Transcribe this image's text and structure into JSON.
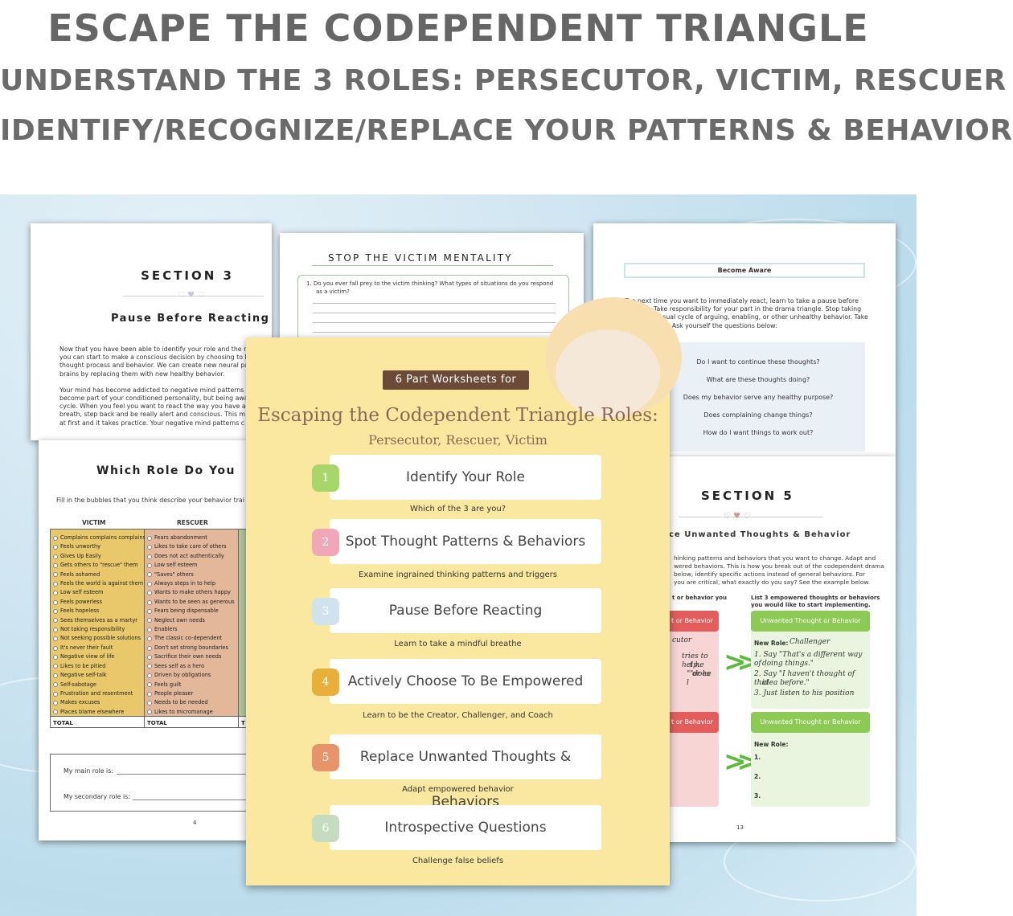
{
  "header": {
    "title": "ESCAPE THE CODEPENDENT TRIANGLE",
    "line2": "UNDERSTAND THE 3 ROLES: PERSECUTOR, VICTIM, RESCUER",
    "line3": "IDENTIFY/RECOGNIZE/REPLACE YOUR PATTERNS & BEHAVIOR"
  },
  "left_page": {
    "section": "SECTION 3",
    "subtitle": "Pause Before Reacting",
    "para1": "Now that you have been able to identify your role and the n",
    "para1b": "you can start to make a conscious decision by choosing to b",
    "para1c": "thought process and behavior.  We can create new neural pa",
    "para1d": "brains by replacing them with new healthy behavior.",
    "para2a": "Your mind has become addicted to negative mind patterns a",
    "para2b": "become part of your conditioned personality, but being awa",
    "para2c": "cycle.  When you feel you want to react the way you have al",
    "para2d": "breath, step back and be really alert and conscious.  This m",
    "para2e": "at first and it takes practice. Your negative mind patterns c",
    "role_title": "Which Role Do You",
    "instruction": "Fill in the bubbles that you think describe your behavior trai",
    "col_victim": "VICTIM",
    "col_rescuer": "RESCUER",
    "victim_items": [
      "Complains complains complains",
      "Feels unworthy",
      "Gives Up Easily",
      "Gets others to \"rescue\" them",
      "Feels ashamed",
      "Feels the world is against them",
      "Low self esteem",
      "Feels powerless",
      "Feels hopeless",
      "Sees themselves as a martyr",
      "Not taking responsibility",
      "Not seeking possible solutions",
      "It's never their fault",
      "Negative view of life",
      "Likes to be pitied",
      "Negative self-talk",
      "Self-sabotage",
      "Frustration and resentment",
      "Makes excuses",
      "Places blame elsewhere"
    ],
    "rescuer_items": [
      "Fears abandonment",
      "Likes to take care of others",
      "Does not act authentically",
      "Low self esteem",
      "\"Saves\" others",
      "Always steps in to help",
      "Wants to make others happy",
      "Wants to be seen as generous",
      "Fears being dispensable",
      "Neglect own needs",
      "Enablers",
      "The classic co-dependent",
      "Don't set strong boundaries",
      "Sacrifice their own needs",
      "Sees self as a hero",
      "Driven by obligations",
      "Feels guilt",
      "People pleaser",
      "Needs to be needed",
      "Likes to micromanage"
    ],
    "total": "TOTAL",
    "total3": "T",
    "main_role": "My main role is:",
    "secondary_role": "My secondary role is:",
    "page_num": "4"
  },
  "middle_page": {
    "title": "STOP THE VICTIM MENTALITY",
    "question": "1.  Do you ever fall prey to the victim thinking?  What types of situations do you respond",
    "question2": "as a victim?"
  },
  "right_page": {
    "box_title": "Become Aware",
    "para1": "The next time you want to immediately react, learn to take a pause before",
    "para2": "reacting. Take responsibility for your part in the drama triangle.  Stop taking",
    "para3": "part in the usual cycle of arguing, enabling, or other unhealthy behavior.  Take",
    "para4": "a deep breath. Ask yourself the questions below:",
    "questions": [
      "Do I want to continue these thoughts?",
      "What are these thoughts doing?",
      "Does my behavior serve any healthy purpose?",
      "Does complaining change things?",
      "How do I want things to work out?"
    ],
    "section": "SECTION 5",
    "subtitle": "ce Unwanted Thoughts & Behavior",
    "body1": "hinking patterns and behaviors that you want to change. Adapt and",
    "body2": "wered behaviors. This is how you break out of the codependent drama",
    "body3": "below, identify specific actions instead of general behaviors.  For",
    "body4": "you are critical, what exactly do you say? See the example below.",
    "left_head": "t or behavior you",
    "right_head1": "List 3 empowered thoughts or behaviors",
    "right_head2": "you would like to start implementing.",
    "red_label": "t or Behavior",
    "red_text1": "cutor",
    "red_text2": "tries to help.",
    "red_text3": "t he \"does",
    "red_text4": "\" or he",
    "red_text5": "l",
    "green_label": "Unwanted Thought or Behavior",
    "new_role": "New Role:",
    "challenger": "Challenger",
    "h1": "1. Say \"That's a different way of",
    "h1b": "doing things.\"",
    "h2": "2. Say \"I haven't thought of that",
    "h2b": "idea before.\"",
    "h3": "3. Just listen to his position",
    "n1": "1.",
    "n2": "2.",
    "n3": "3.",
    "page_num": "13"
  },
  "cover": {
    "badge": "6 Part Worksheets for",
    "title": "Escaping the Codependent Triangle Roles:",
    "subtitle": "Persecutor, Rescuer, Victim",
    "items": [
      {
        "num": "1",
        "label": "Identify Your Role",
        "caption": "Which of the 3 are you?",
        "color": "#a8d66a"
      },
      {
        "num": "2",
        "label": "Spot Thought Patterns & Behaviors",
        "caption": "Examine ingrained thinking patterns and triggers",
        "color": "#f0a8b8"
      },
      {
        "num": "3",
        "label": "Pause Before Reacting",
        "caption": "Learn to take a mindful breathe",
        "color": "#cfe2ee"
      },
      {
        "num": "4",
        "label": "Actively Choose To Be Empowered",
        "caption": "Learn to be the Creator, Challenger, and Coach",
        "color": "#e8b03a"
      },
      {
        "num": "5",
        "label": "Replace Unwanted Thoughts & Behaviors",
        "caption": "Adapt empowered behavior",
        "color": "#e8946a"
      },
      {
        "num": "6",
        "label": "Introspective Questions",
        "caption": "Challenge false beliefs",
        "color": "#c6dcc0"
      }
    ]
  },
  "colors": {
    "header": "#666666",
    "cover_bg": "#fbe8a0",
    "badge": "#6b4a37",
    "green": "#5dbb3a",
    "red": "#e35d5d"
  }
}
